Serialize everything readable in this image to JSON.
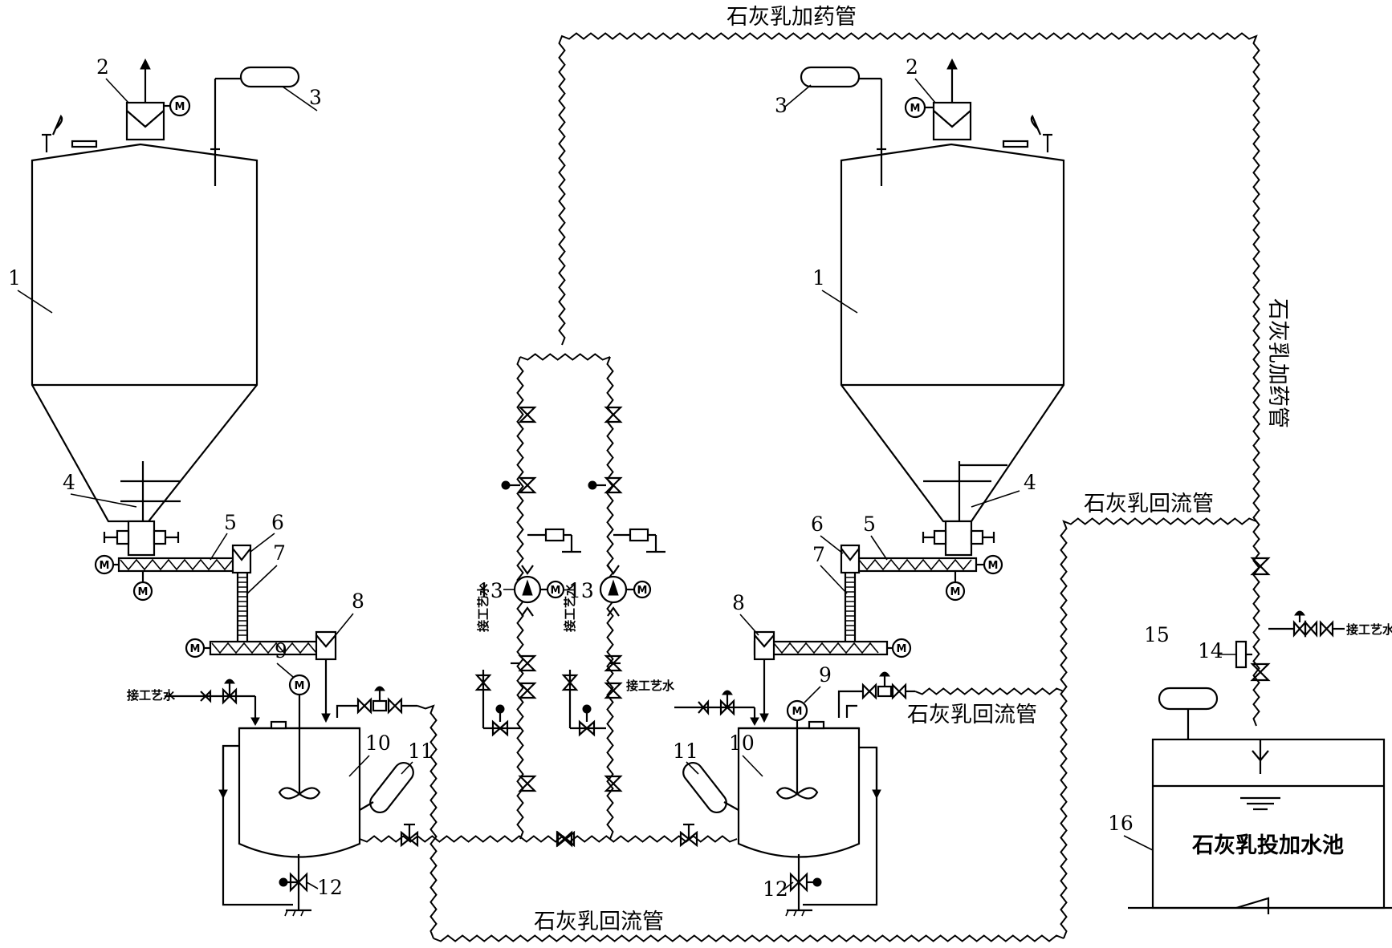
{
  "labels": {
    "dosing_pipe": "石灰乳加药管",
    "dosing_pipe_vertical": "石灰乳加药管",
    "return_pipe": "石灰乳回流管",
    "process_water": "接工艺水",
    "pool": "石灰乳投加水池",
    "motor": "M"
  },
  "component_numbers": {
    "n1": "1",
    "n2": "2",
    "n3": "3",
    "n4": "4",
    "n5": "5",
    "n6": "6",
    "n7": "7",
    "n8": "8",
    "n9": "9",
    "n10": "10",
    "n11": "11",
    "n12": "12",
    "n13": "13",
    "n14": "14",
    "n15": "15",
    "n16": "16"
  }
}
